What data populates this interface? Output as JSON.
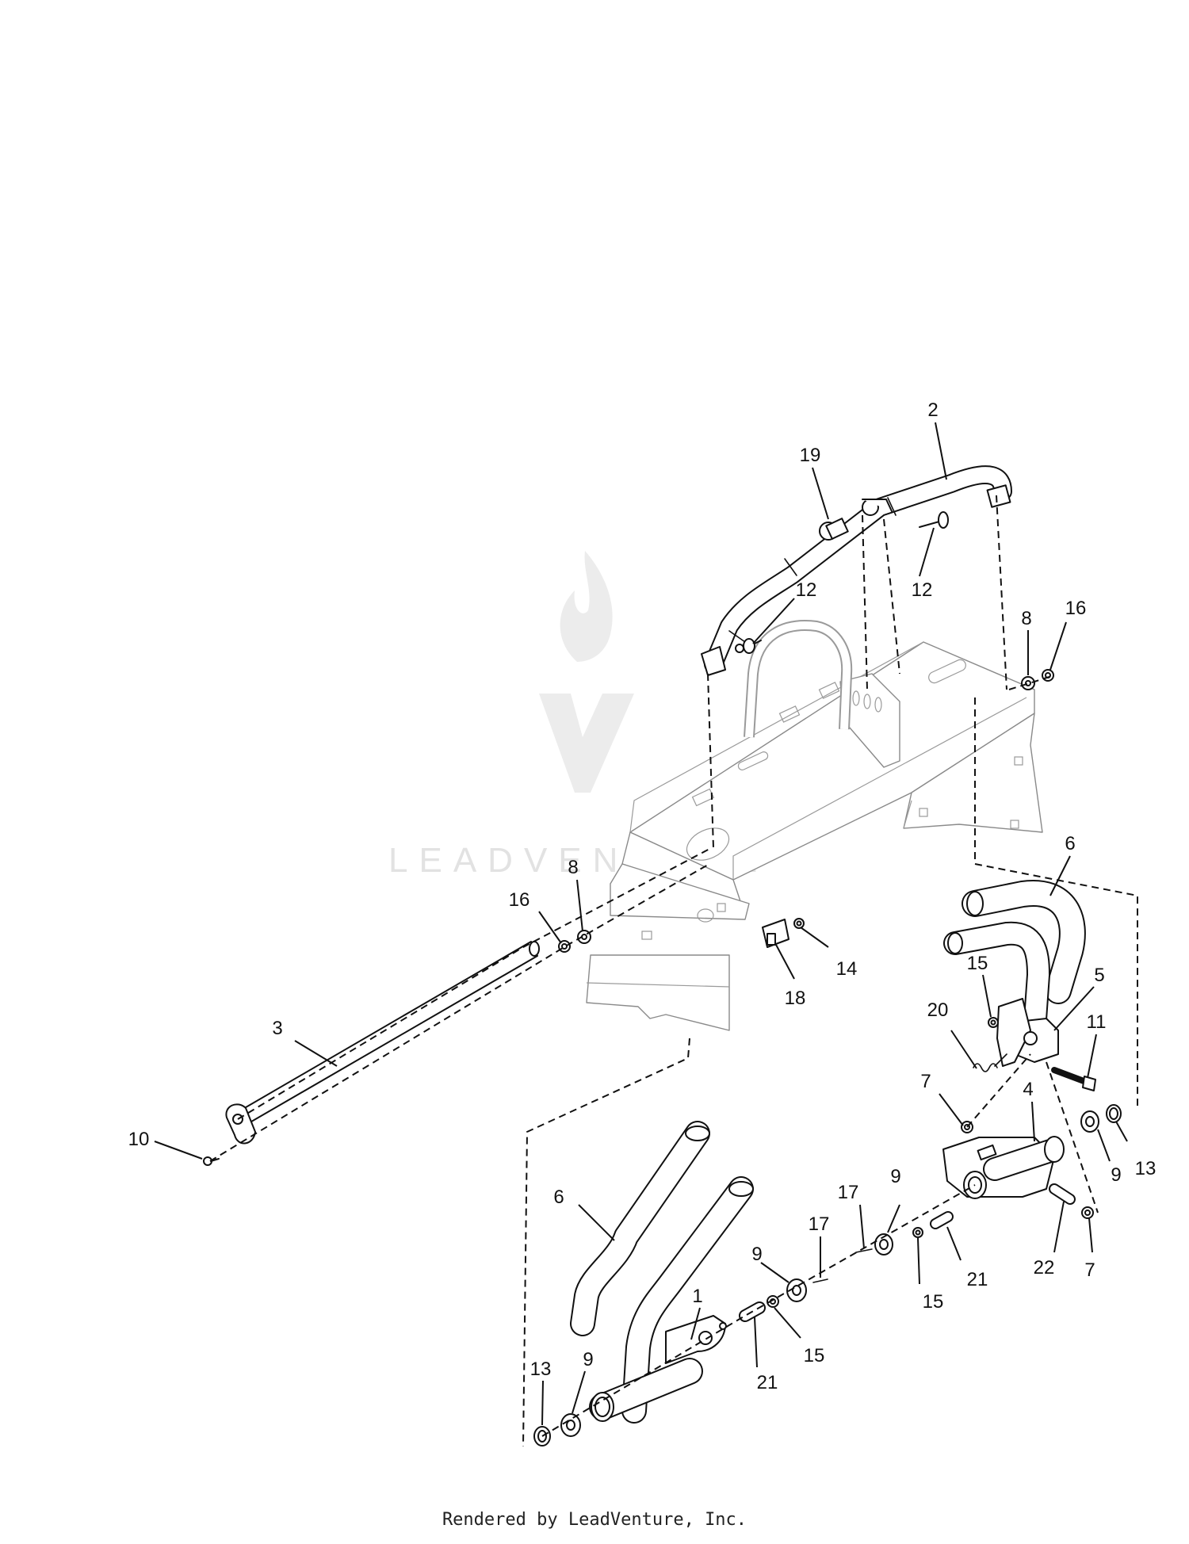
{
  "watermark": {
    "text": "LEADVENTURE"
  },
  "footer": {
    "text": "Rendered by LeadVenture, Inc."
  },
  "callouts": [
    {
      "label": "2"
    },
    {
      "label": "19"
    },
    {
      "label": "12"
    },
    {
      "label": "12"
    },
    {
      "label": "8"
    },
    {
      "label": "16"
    },
    {
      "label": "6"
    },
    {
      "label": "16"
    },
    {
      "label": "8"
    },
    {
      "label": "14"
    },
    {
      "label": "18"
    },
    {
      "label": "5"
    },
    {
      "label": "15"
    },
    {
      "label": "20"
    },
    {
      "label": "11"
    },
    {
      "label": "3"
    },
    {
      "label": "7"
    },
    {
      "label": "4"
    },
    {
      "label": "13"
    },
    {
      "label": "9"
    },
    {
      "label": "10"
    },
    {
      "label": "6"
    },
    {
      "label": "17"
    },
    {
      "label": "9"
    },
    {
      "label": "22"
    },
    {
      "label": "7"
    },
    {
      "label": "17"
    },
    {
      "label": "21"
    },
    {
      "label": "15"
    },
    {
      "label": "9"
    },
    {
      "label": "1"
    },
    {
      "label": "21"
    },
    {
      "label": "15"
    },
    {
      "label": "13"
    },
    {
      "label": "9"
    }
  ]
}
